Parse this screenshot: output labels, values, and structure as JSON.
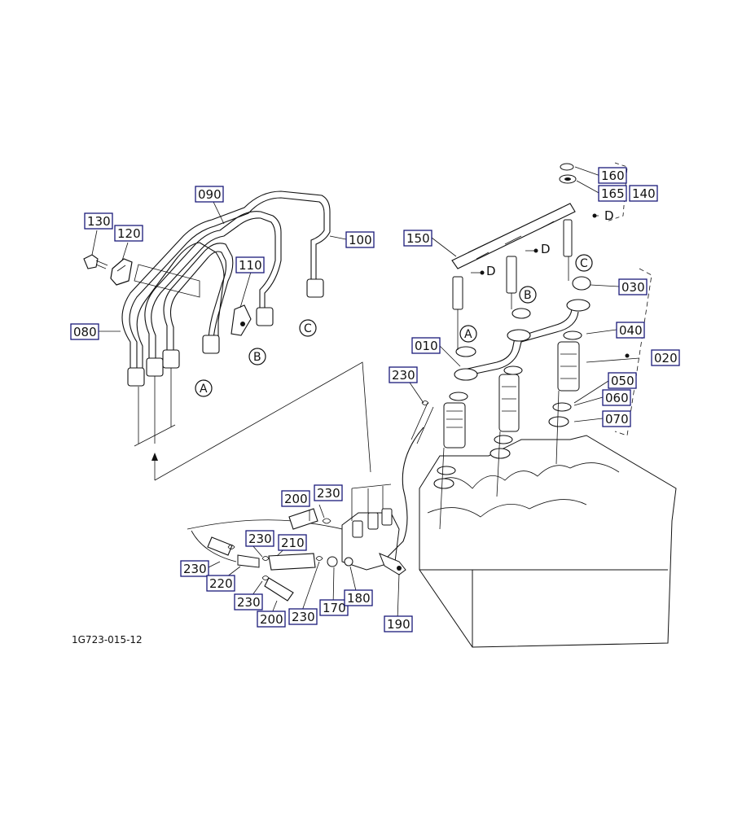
{
  "figure_code": "1G723-015-12",
  "part_labels": {
    "p010": "010",
    "p020": "020",
    "p030": "030",
    "p040": "040",
    "p050": "050",
    "p060": "060",
    "p070": "070",
    "p080": "080",
    "p090": "090",
    "p100": "100",
    "p110": "110",
    "p120": "120",
    "p130": "130",
    "p140": "140",
    "p150": "150",
    "p160": "160",
    "p165": "165",
    "p170": "170",
    "p180": "180",
    "p190": "190",
    "p200a": "200",
    "p200b": "200",
    "p210": "210",
    "p220": "220",
    "p230a": "230",
    "p230b": "230",
    "p230c": "230",
    "p230d": "230",
    "p230e": "230",
    "p230f": "230"
  },
  "ref_marks": {
    "A": "A",
    "B": "B",
    "C": "C",
    "D": "D"
  }
}
